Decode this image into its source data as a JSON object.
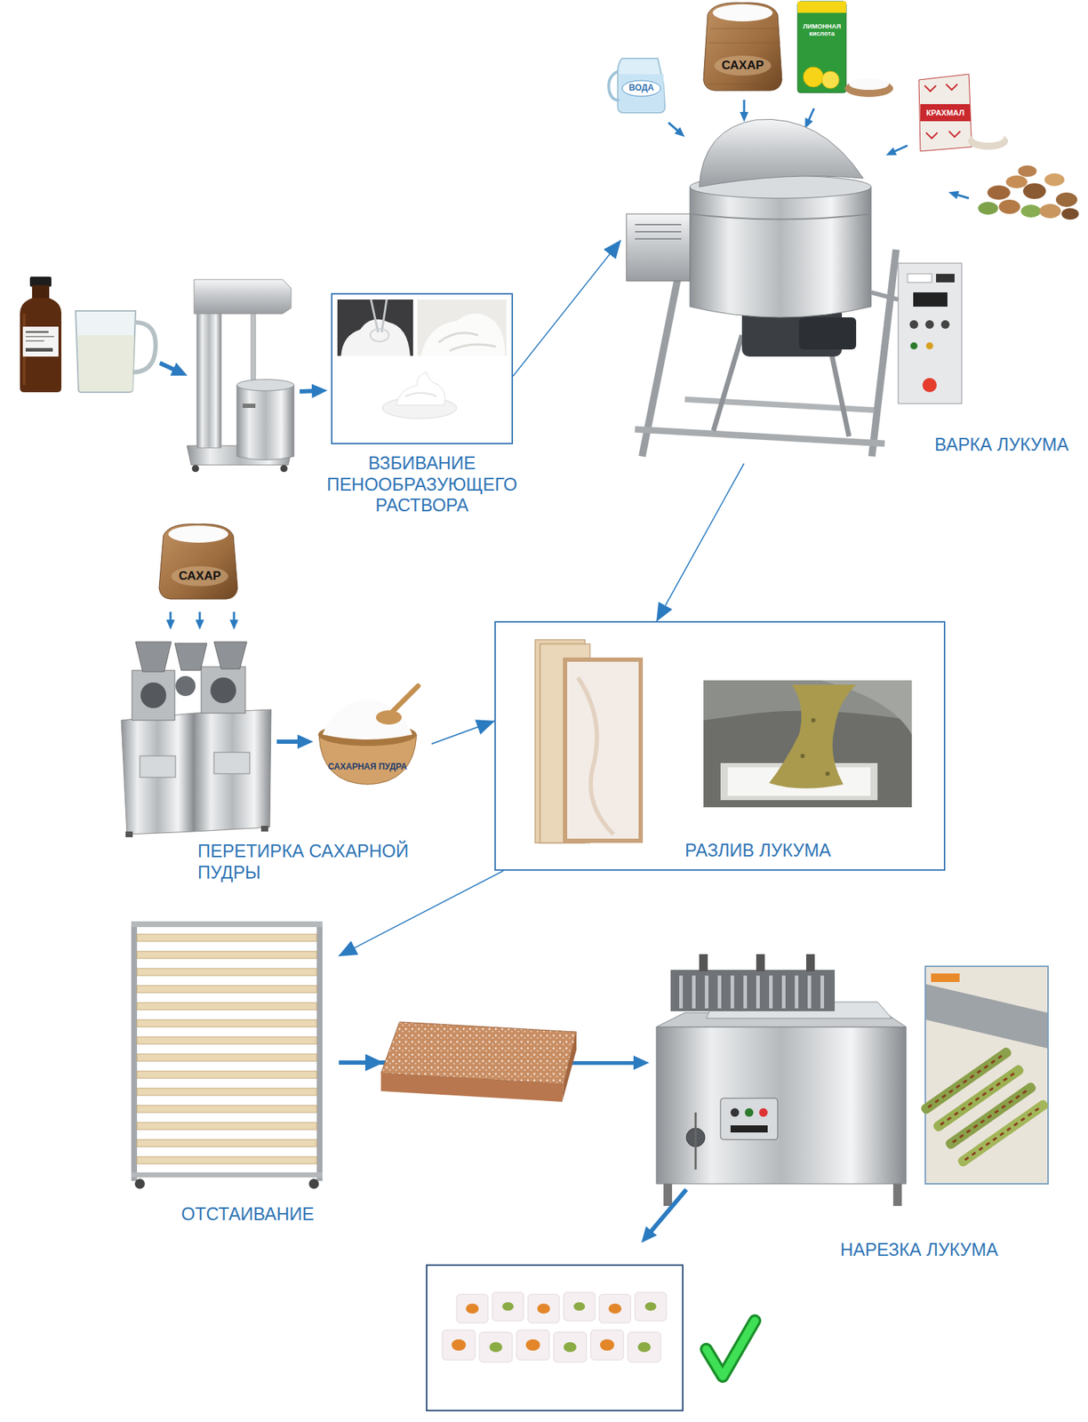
{
  "diagram": {
    "nodes": [
      {
        "text": [
          "ВЗБИВАНИЕ ПЕНООБРАЗУЮЩЕГО РАСТВОРА"
        ]
      },
      {
        "text": [
          "ВАРКА ЛУКУМА"
        ]
      },
      {
        "text": [
          "ПЕРЕТИРКА САХАРНОЙ ПУДРЫ"
        ]
      },
      {
        "text": [
          "РАЗЛИВ ЛУКУМА"
        ]
      },
      {
        "text": [
          "ОТСТАИВАНИЕ"
        ]
      },
      {
        "text": [
          "НАРЕЗКА ЛУКУМА"
        ]
      }
    ],
    "edges": [
      {
        "from": 0,
        "to": 1,
        "arrow": "to"
      },
      {
        "from": 1,
        "to": 3,
        "arrow": "to"
      },
      {
        "from": 2,
        "to": 3,
        "arrow": "to"
      },
      {
        "from": 3,
        "to": 4,
        "arrow": "to"
      },
      {
        "from": 4,
        "to": 5,
        "arrow": "to"
      }
    ],
    "labels": [
      "ВОДА",
      "САХАР",
      "ЛИМОННАЯ кислота",
      "КРАХМАЛ",
      "САХАР",
      "САХАРНАЯ ПУДРА"
    ]
  }
}
